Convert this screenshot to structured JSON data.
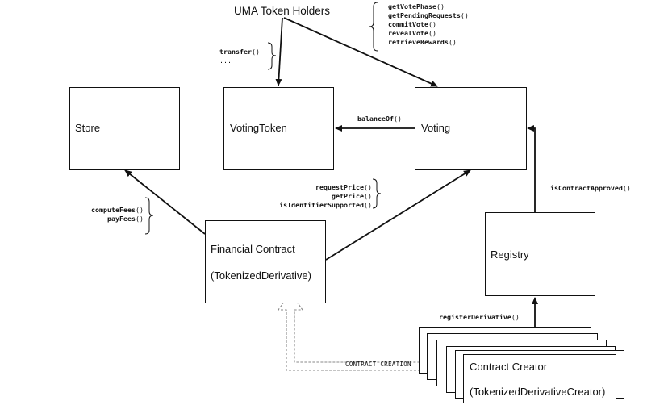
{
  "diagram": {
    "holders_label": "UMA Token Holders",
    "store_label": "Store",
    "voting_token_label": "VotingToken",
    "voting_label": "Voting",
    "financial_contract_label": "Financial Contract",
    "financial_contract_sub": "(TokenizedDerivative)",
    "registry_label": "Registry",
    "contract_creator_label": "Contract Creator",
    "contract_creator_sub": "(TokenizedDerivativeCreator)",
    "voting_methods": [
      {
        "name": "getVotePhase",
        "parens": "()"
      },
      {
        "name": "getPendingRequests",
        "parens": "()"
      },
      {
        "name": "commitVote",
        "parens": "()"
      },
      {
        "name": "revealVote",
        "parens": "()"
      },
      {
        "name": "retrieveRewards",
        "parens": "()"
      }
    ],
    "token_methods": [
      {
        "name": "transfer",
        "parens": "()"
      },
      {
        "name": "...",
        "parens": ""
      }
    ],
    "balance_of": {
      "name": "balanceOf",
      "parens": "()"
    },
    "price_methods": [
      {
        "name": "requestPrice",
        "parens": "()"
      },
      {
        "name": "getPrice",
        "parens": "()"
      },
      {
        "name": "isIdentifierSupported",
        "parens": "()"
      }
    ],
    "fee_methods": [
      {
        "name": "computeFees",
        "parens": "()"
      },
      {
        "name": "payFees",
        "parens": "()"
      }
    ],
    "is_contract_approved": {
      "name": "isContractApproved",
      "parens": "()"
    },
    "register_derivative": {
      "name": "registerDerivative",
      "parens": "()"
    },
    "contract_creation_label": "CONTRACT CREATION"
  }
}
